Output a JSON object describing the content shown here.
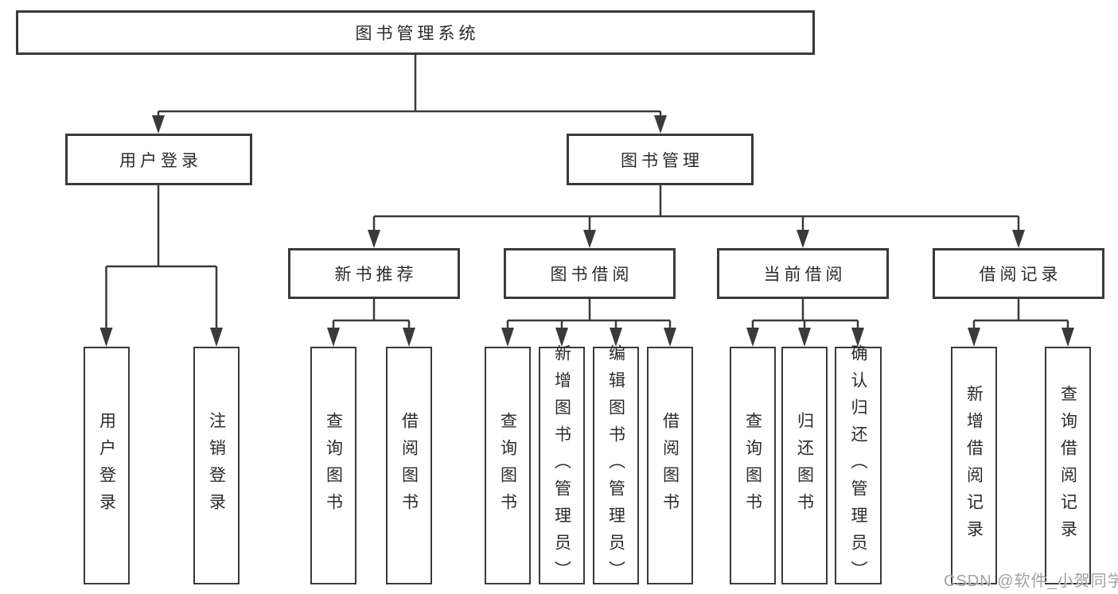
{
  "tree": {
    "root": "图书管理系统",
    "branches": [
      {
        "label": "用户登录",
        "children": [
          "用户登录",
          "注销登录"
        ]
      },
      {
        "label": "图书管理",
        "children": [
          {
            "label": "新书推荐",
            "children": [
              "查询图书",
              "借阅图书"
            ]
          },
          {
            "label": "图书借阅",
            "children": [
              "查询图书",
              "新增图书（管理员）",
              "编辑图书（管理员）",
              "借阅图书"
            ]
          },
          {
            "label": "当前借阅",
            "children": [
              "查询图书",
              "归还图书",
              "确认归还（管理员）"
            ]
          },
          {
            "label": "借阅记录",
            "children": [
              "新增借阅记录",
              "查询借阅记录"
            ]
          }
        ]
      }
    ]
  },
  "watermark": "CSDN @软件_小贺同学",
  "colors": {
    "line": "#3a3a3a",
    "box_background": "#ffffff",
    "text": "#2b2b2b",
    "watermark": "#949494"
  }
}
